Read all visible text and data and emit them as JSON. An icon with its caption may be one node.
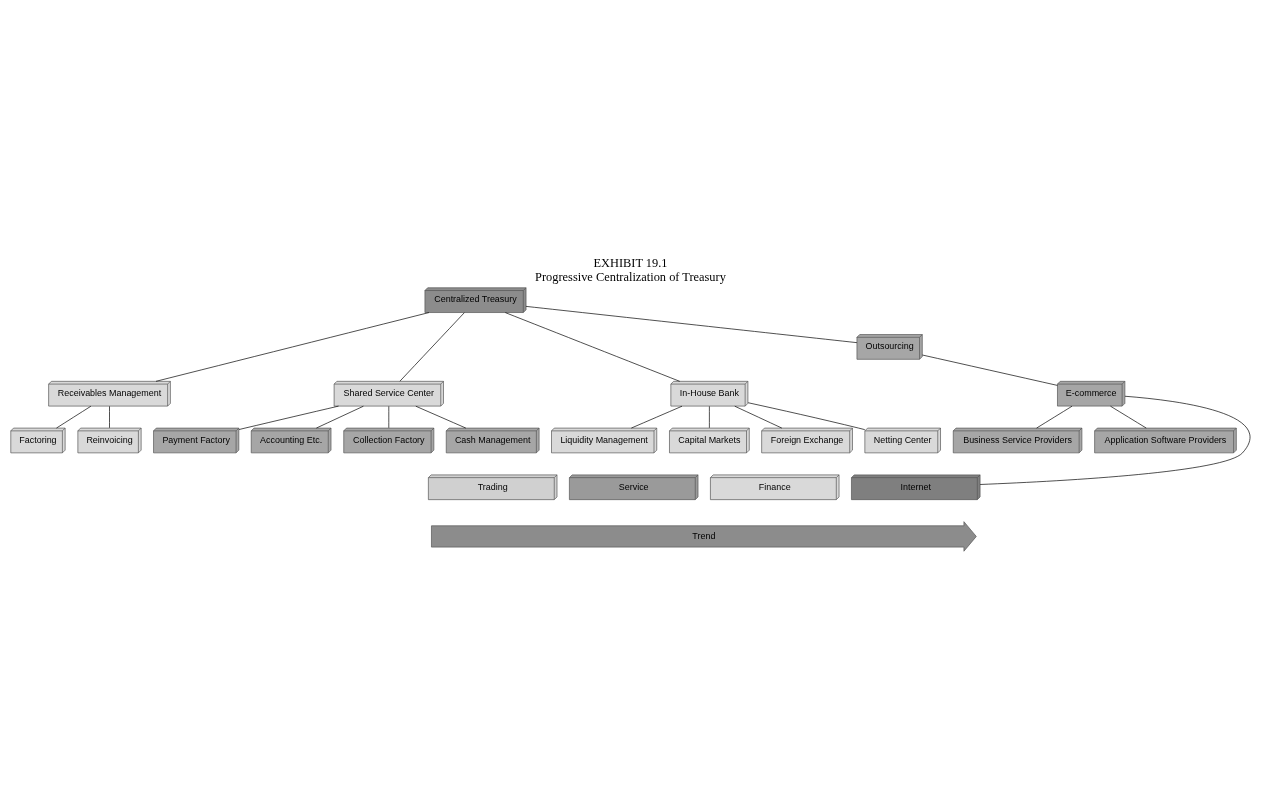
{
  "diagram": {
    "title": "EXHIBIT 19.1",
    "caption": "Progressive Centralization of Treasury",
    "nodes": [
      {
        "text": [
          "Centralized Treasury"
        ]
      },
      {
        "text": [
          "Receivables Management"
        ]
      },
      {
        "text": [
          "Shared Service Center"
        ]
      },
      {
        "text": [
          "In-House Bank"
        ]
      },
      {
        "text": [
          "Outsourcing"
        ]
      },
      {
        "text": [
          "Factoring"
        ]
      },
      {
        "text": [
          "Reinvoicing"
        ]
      },
      {
        "text": [
          "Payment Factory"
        ]
      },
      {
        "text": [
          "Collection Factory"
        ]
      },
      {
        "text": [
          "Cash Management"
        ]
      },
      {
        "text": [
          "Accounting Etc."
        ]
      },
      {
        "text": [
          "Liquidity Management"
        ]
      },
      {
        "text": [
          "Foreign Exchange"
        ]
      },
      {
        "text": [
          "Netting Center"
        ]
      },
      {
        "text": [
          "Capital Markets"
        ]
      },
      {
        "text": [
          "E-commerce"
        ]
      },
      {
        "text": [
          "Business Service Providers"
        ]
      },
      {
        "text": [
          "Application Software Providers"
        ]
      },
      {
        "text": [
          "Trading"
        ]
      },
      {
        "text": [
          "Service"
        ]
      },
      {
        "text": [
          "Finance"
        ]
      },
      {
        "text": [
          "Internet"
        ]
      },
      {
        "text": [
          "Trend"
        ]
      }
    ],
    "edges": [
      {
        "from": 0,
        "to": 1,
        "arrow": "none"
      },
      {
        "from": 0,
        "to": 2,
        "arrow": "none"
      },
      {
        "from": 0,
        "to": 3,
        "arrow": "none"
      },
      {
        "from": 0,
        "to": 4,
        "arrow": "none"
      },
      {
        "from": 1,
        "to": 5,
        "arrow": "none"
      },
      {
        "from": 1,
        "to": 6,
        "arrow": "none"
      },
      {
        "from": 2,
        "to": 7,
        "arrow": "none"
      },
      {
        "from": 2,
        "to": 8,
        "arrow": "none"
      },
      {
        "from": 2,
        "to": 9,
        "arrow": "none"
      },
      {
        "from": 2,
        "to": 10,
        "arrow": "none"
      },
      {
        "from": 3,
        "to": 11,
        "arrow": "none"
      },
      {
        "from": 3,
        "to": 12,
        "arrow": "none"
      },
      {
        "from": 3,
        "to": 13,
        "arrow": "none"
      },
      {
        "from": 3,
        "to": 14,
        "arrow": "none"
      },
      {
        "from": 4,
        "to": 15,
        "arrow": "none"
      },
      {
        "from": 15,
        "to": 16,
        "arrow": "none"
      },
      {
        "from": 15,
        "to": 17,
        "arrow": "none"
      },
      {
        "from": 15,
        "to": 21,
        "arrow": "none"
      }
    ]
  }
}
